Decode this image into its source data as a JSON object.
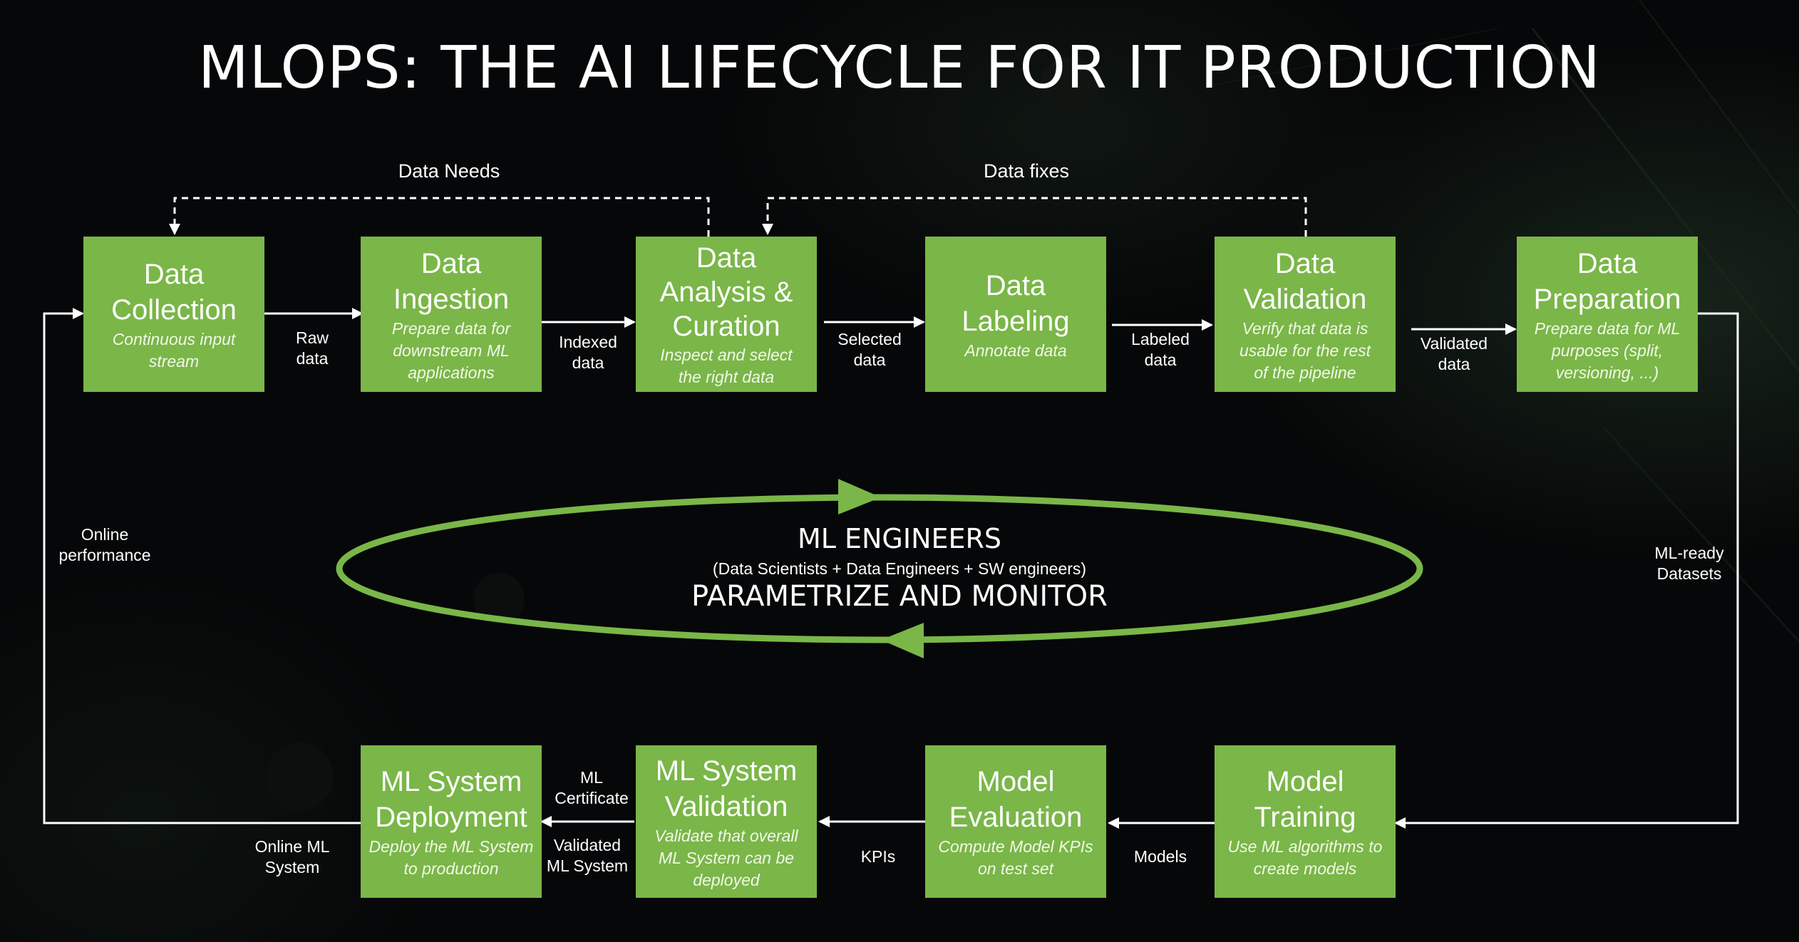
{
  "title": "MLOPS: THE AI LIFECYCLE FOR IT PRODUCTION",
  "top_row": [
    {
      "title_lines": [
        "Data",
        "Collection"
      ],
      "desc_lines": [
        "Continuous input",
        "stream"
      ]
    },
    {
      "title_lines": [
        "Data",
        "Ingestion"
      ],
      "desc_lines": [
        "Prepare data for",
        "downstream ML",
        "applications"
      ]
    },
    {
      "title_lines": [
        "Data",
        "Analysis &",
        "Curation"
      ],
      "desc_lines": [
        "Inspect and select",
        "the right data"
      ]
    },
    {
      "title_lines": [
        "Data",
        "Labeling"
      ],
      "desc_lines": [
        "Annotate data"
      ]
    },
    {
      "title_lines": [
        "Data",
        "Validation"
      ],
      "desc_lines": [
        "Verify that data is",
        "usable for the rest",
        "of the pipeline"
      ]
    },
    {
      "title_lines": [
        "Data",
        "Preparation"
      ],
      "desc_lines": [
        "Prepare data for ML",
        "purposes (split,",
        "versioning, ...)"
      ]
    }
  ],
  "bottom_row": [
    {
      "title_lines": [
        "ML System",
        "Deployment"
      ],
      "desc_lines": [
        "Deploy the ML System",
        "to production"
      ]
    },
    {
      "title_lines": [
        "ML System",
        "Validation"
      ],
      "desc_lines": [
        "Validate that overall",
        "ML System can be",
        "deployed"
      ]
    },
    {
      "title_lines": [
        "Model",
        "Evaluation"
      ],
      "desc_lines": [
        "Compute Model KPIs",
        "on test set"
      ]
    },
    {
      "title_lines": [
        "Model",
        "Training"
      ],
      "desc_lines": [
        "Use ML algorithms to",
        "create models"
      ]
    }
  ],
  "flow_labels": {
    "raw_data": [
      "Raw",
      "data"
    ],
    "indexed_data": [
      "Indexed",
      "data"
    ],
    "selected_data": [
      "Selected",
      "data"
    ],
    "labeled_data": [
      "Labeled",
      "data"
    ],
    "validated_data": [
      "Validated",
      "data"
    ],
    "ml_ready": [
      "ML-ready",
      "Datasets"
    ],
    "models": [
      "Models"
    ],
    "kpis": [
      "KPIs"
    ],
    "validated_ml_system": [
      "Validated",
      "ML System"
    ],
    "ml_certificate": [
      "ML",
      "Certificate"
    ],
    "online_ml_system": [
      "Online ML",
      "System"
    ],
    "online_performance": [
      "Online",
      "performance"
    ]
  },
  "feedback": {
    "data_needs": "Data Needs",
    "data_fixes": "Data fixes"
  },
  "center": {
    "heading": "ML ENGINEERS",
    "subheading": "(Data Scientists + Data Engineers + SW engineers)",
    "action": "PARAMETRIZE AND MONITOR"
  },
  "colors": {
    "box": "#7ab648",
    "ellipse": "#7ab648",
    "background": "#060708",
    "text": "#ffffff"
  }
}
